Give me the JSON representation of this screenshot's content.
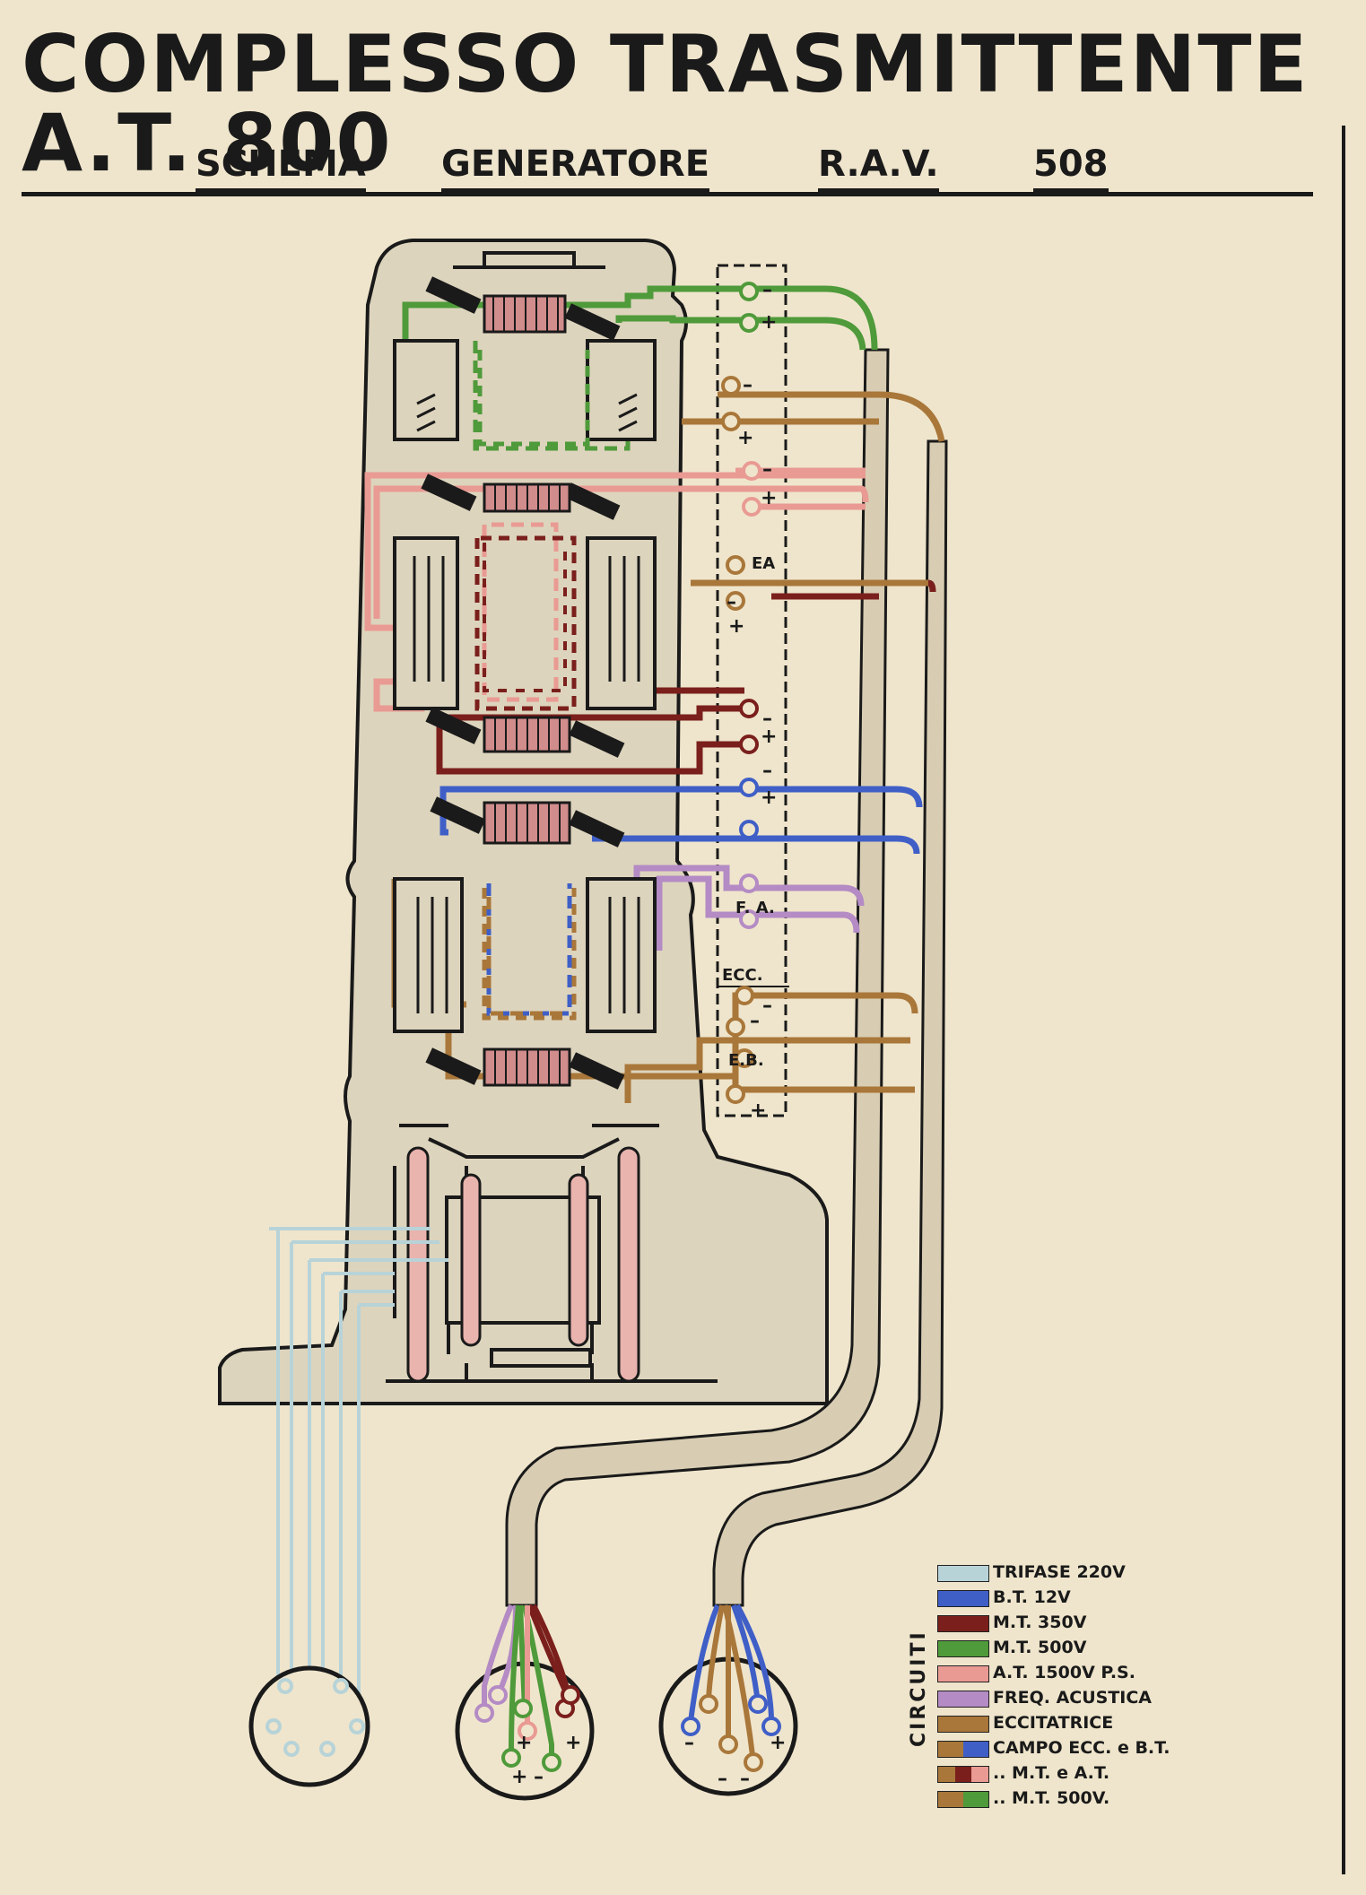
{
  "header": {
    "title": "COMPLESSO TRASMITTENTE A.T. 800",
    "subtitle_parts": [
      "SCHEMA",
      "GENERATORE",
      "R.A.V.",
      "508"
    ]
  },
  "colors": {
    "paper": "#efe5cc",
    "machine": "#ddd4bd",
    "ink": "#1a1a1a",
    "trifase": "#b7d3d8",
    "bt12": "#3f5fc7",
    "mt350": "#7a1f1c",
    "mt500": "#4f9a3a",
    "at1500": "#e99a93",
    "freq_acustica": "#b48bc4",
    "eccitatrice": "#a9773a",
    "cable": "#d8cdb3"
  },
  "terminal_labels": {
    "ea": "EA",
    "fa": "F. A.",
    "ecc": "ECC.",
    "eb": "E.B."
  },
  "signs": {
    "plus": "+",
    "minus": "–"
  },
  "legend": {
    "heading": "CIRCUITI",
    "items": [
      {
        "label": "TRIFASE  220V",
        "colors": [
          "#b7d3d8"
        ]
      },
      {
        "label": "B.T.  12V",
        "colors": [
          "#3f5fc7"
        ]
      },
      {
        "label": "M.T.  350V",
        "colors": [
          "#7a1f1c"
        ]
      },
      {
        "label": "M.T.  500V",
        "colors": [
          "#4f9a3a"
        ]
      },
      {
        "label": "A.T. 1500V  P.S.",
        "colors": [
          "#e99a93"
        ]
      },
      {
        "label": "FREQ.  ACUSTICA",
        "colors": [
          "#b48bc4"
        ]
      },
      {
        "label": "ECCITATRICE",
        "colors": [
          "#a9773a"
        ]
      },
      {
        "label": "CAMPO  ECC. e B.T.",
        "colors": [
          "#a9773a",
          "#3f5fc7"
        ]
      },
      {
        "label": "..          M.T. e A.T.",
        "colors": [
          "#a9773a",
          "#7a1f1c",
          "#e99a93"
        ]
      },
      {
        "label": "..          M.T.  500V.",
        "colors": [
          "#a9773a",
          "#4f9a3a"
        ]
      }
    ]
  }
}
